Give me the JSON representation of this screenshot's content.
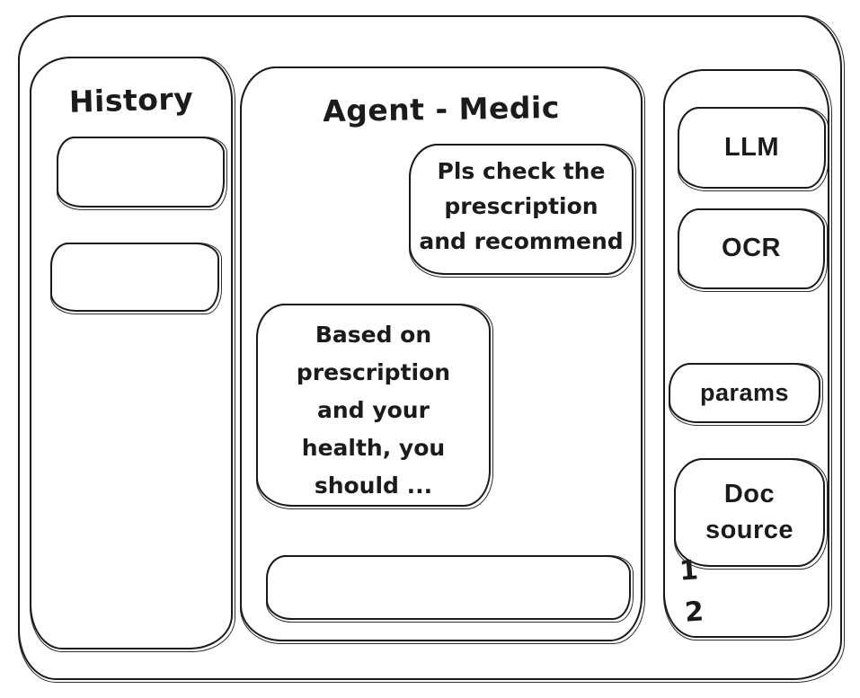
{
  "app": {
    "window_title": "Agent - Medic wireframe"
  },
  "history": {
    "title": "History",
    "items": [
      "",
      ""
    ]
  },
  "chat": {
    "title": "Agent - Medic",
    "user_message": "Pls check the\nprescription\nand recommend",
    "assistant_message": "Based on\nprescription\nand your\nhealth, you\nshould ...",
    "input_value": "",
    "input_placeholder": ""
  },
  "tools": {
    "buttons": [
      {
        "label": "LLM"
      },
      {
        "label": "OCR"
      },
      {
        "label": "params"
      },
      {
        "label": "Doc\nsource"
      }
    ],
    "doc_source_items": [
      "1",
      "2"
    ]
  },
  "colors": {
    "stroke": "#1b1b1b",
    "background": "#ffffff"
  }
}
